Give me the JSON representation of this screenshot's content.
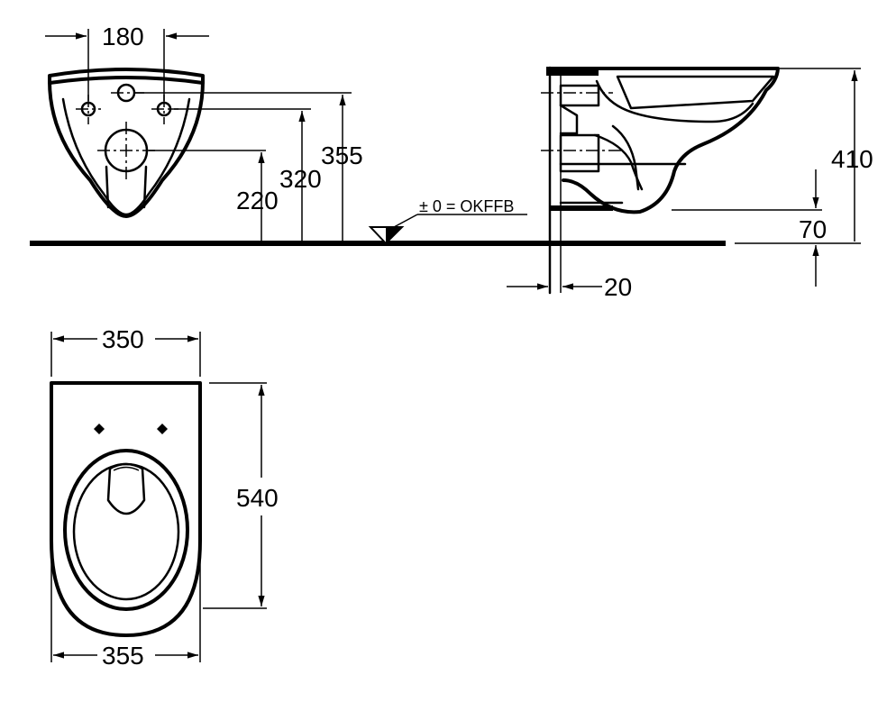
{
  "dimensions": {
    "front_hole_spacing": "180",
    "front_height_355": "355",
    "front_height_320": "320",
    "front_height_220": "220",
    "floor_reference": "± 0 = OKFFB",
    "side_height_410": "410",
    "side_height_70": "70",
    "side_wall_gap": "20",
    "top_width": "350",
    "top_length": "540",
    "top_bottom_width": "355"
  },
  "colors": {
    "line": "#000000",
    "background": "#ffffff"
  }
}
